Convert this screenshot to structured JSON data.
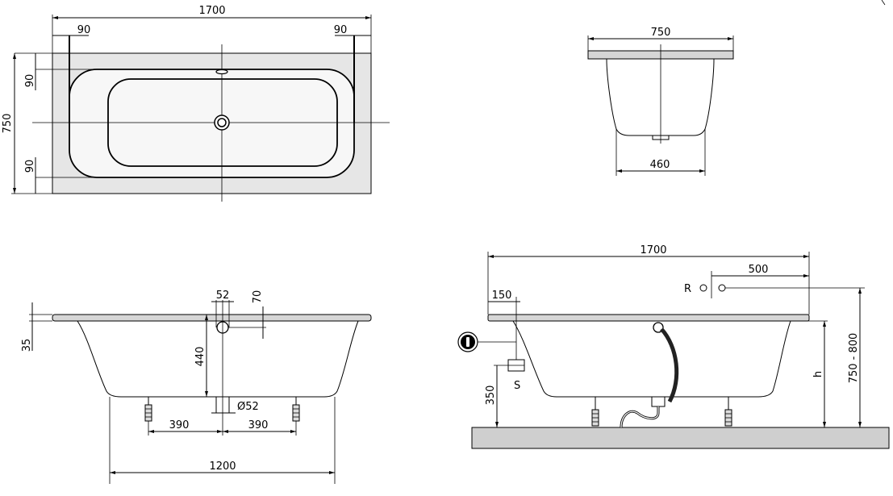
{
  "plan_view": {
    "length": "1700",
    "left_offset": "90",
    "right_offset": "90",
    "width": "750",
    "top_offset": "90",
    "bottom_offset": "90"
  },
  "end_view": {
    "top_width": "750",
    "bottom_width": "460"
  },
  "front_view": {
    "rim_height": "35",
    "overflow_diameter": "52",
    "overflow_offset": "70",
    "depth": "440",
    "drain_diameter": "Ø52",
    "left_feet_spacing": "390",
    "right_feet_spacing": "390",
    "base_length": "1200"
  },
  "installation_view": {
    "length": "1700",
    "valve_offset": "500",
    "valve_label": "R",
    "waste_offset": "150",
    "waste_height": "350",
    "waste_label": "S",
    "height_label": "h",
    "total_height": "750 - 800"
  }
}
